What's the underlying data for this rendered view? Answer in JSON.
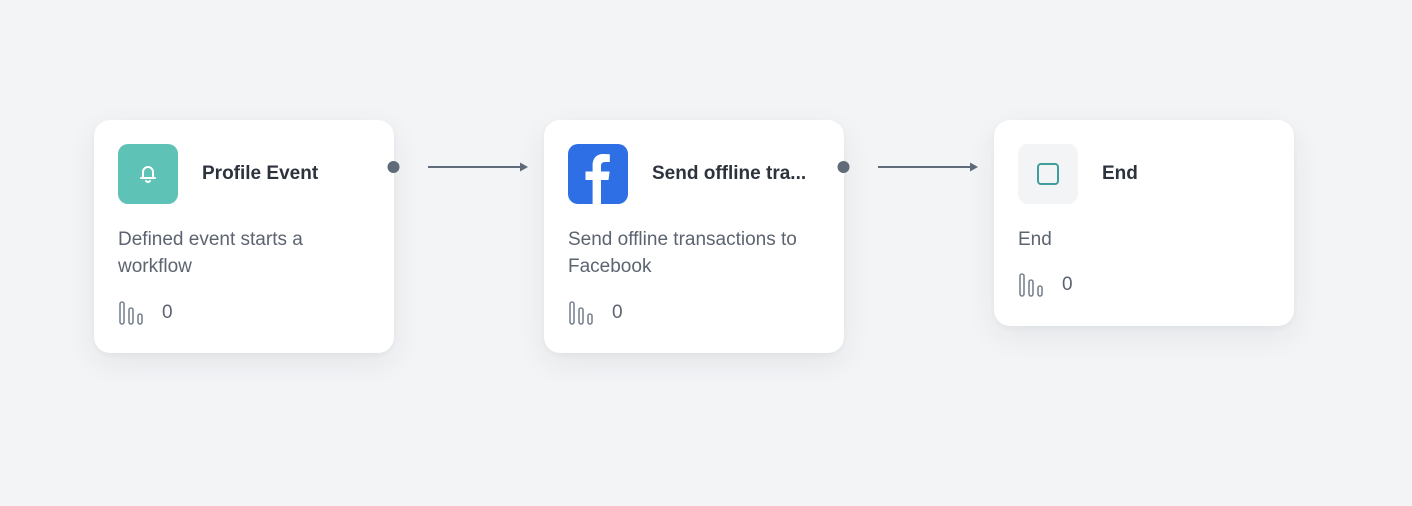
{
  "nodes": [
    {
      "title": "Profile Event",
      "description": "Defined event starts a workflow",
      "count": "0",
      "icon": "bell-icon",
      "icon_color": "#5ec2b7"
    },
    {
      "title": "Send offline tra...",
      "description": "Send offline transactions to Facebook",
      "count": "0",
      "icon": "facebook-icon",
      "icon_color": "#2e6fe6"
    },
    {
      "title": "End",
      "description": "End",
      "count": "0",
      "icon": "stop-square-icon",
      "icon_color": "#3f9e9a"
    }
  ],
  "colors": {
    "background": "#f3f4f6",
    "card": "#ffffff",
    "connector": "#5f6b78"
  }
}
